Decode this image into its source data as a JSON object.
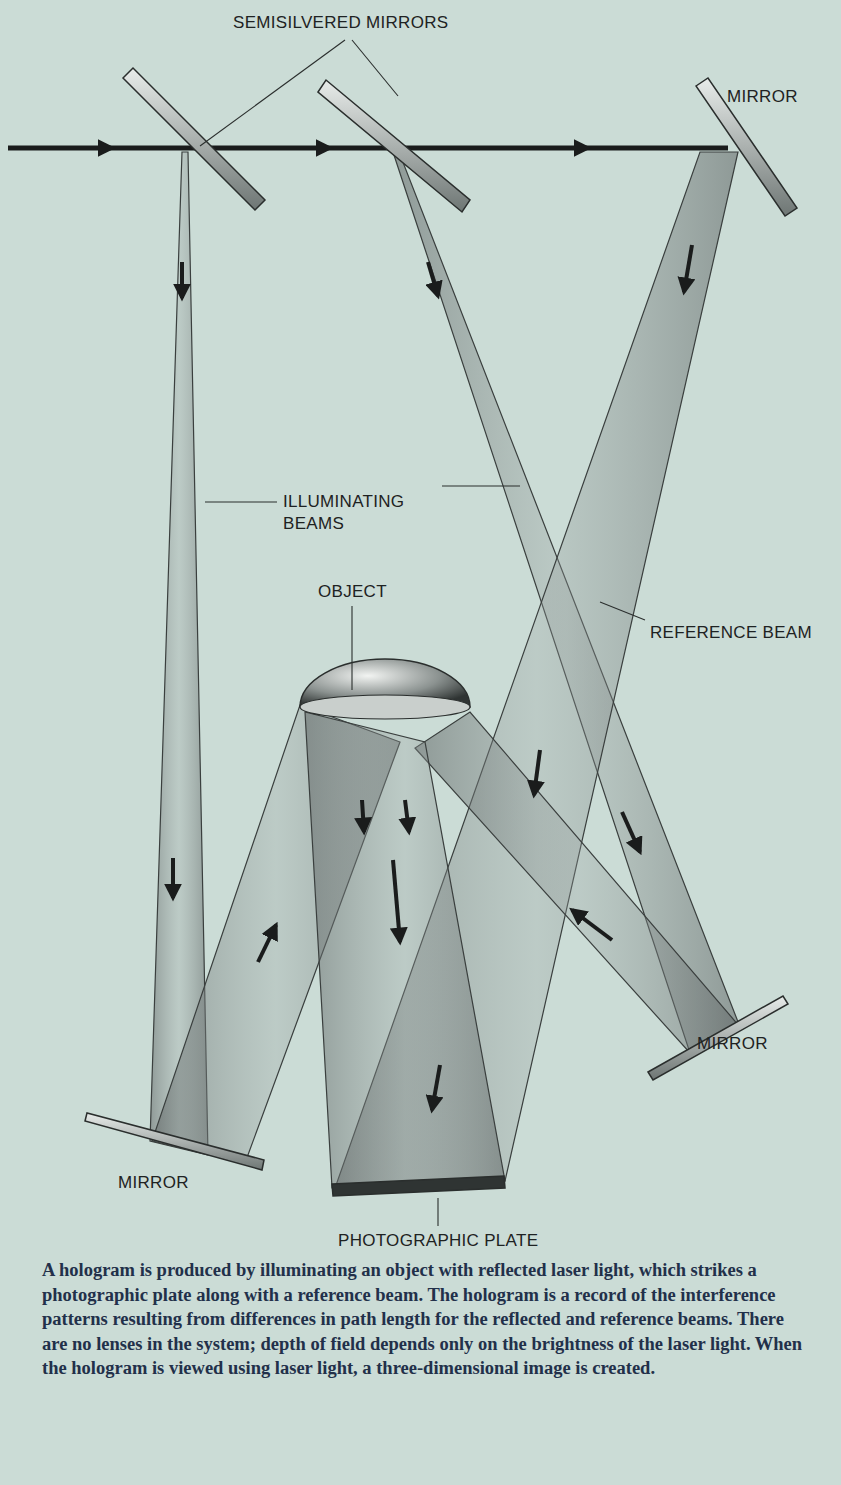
{
  "diagram": {
    "caption": "A hologram is produced by illuminating an object with reflected laser light, which strikes a photographic plate along with a reference beam. The hologram is a record of the interference patterns resulting from differences in path length for the reflected and reference beams. There are no lenses in the system; depth of field depends only on the brightness of the laser light. When the hologram is viewed using laser light, a three-dimensional image is created.",
    "labels": [
      "SEMISILVERED MIRRORS",
      "MIRROR",
      "ILLUMINATING BEAMS",
      "OBJECT",
      "REFERENCE BEAM",
      "MIRROR",
      "MIRROR",
      "PHOTOGRAPHIC PLATE"
    ]
  }
}
